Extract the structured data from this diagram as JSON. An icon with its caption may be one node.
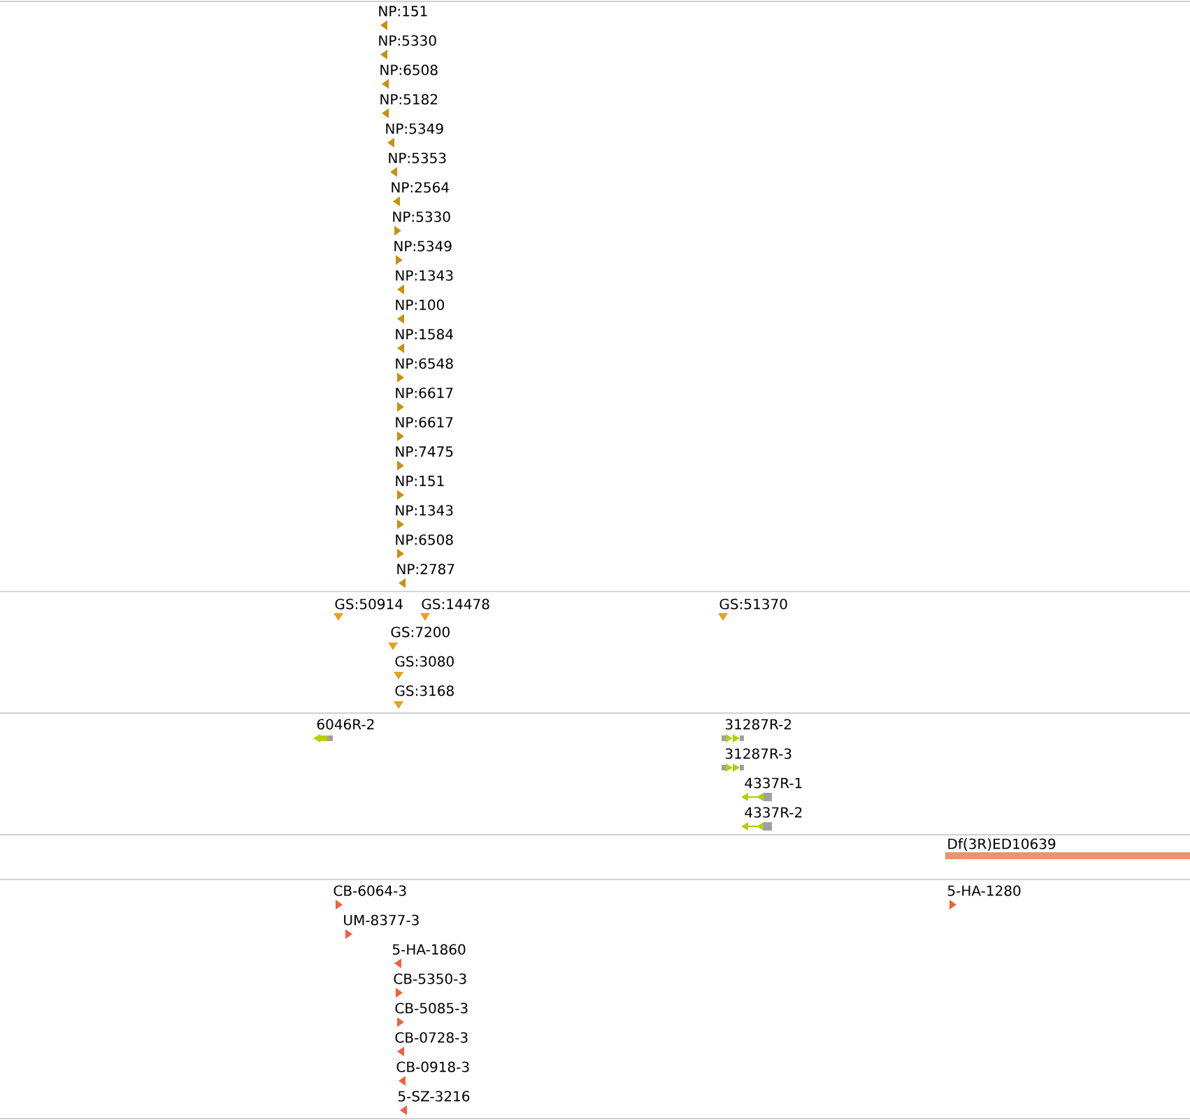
{
  "diagram": {
    "labels": [
      "NP:151",
      "NP:5330",
      "NP:6508",
      "NP:5182",
      "NP:5349",
      "NP:5353",
      "NP:2564",
      "NP:5330",
      "NP:5349",
      "NP:1343",
      "NP:100",
      "NP:1584",
      "NP:6548",
      "NP:6617",
      "NP:6617",
      "NP:7475",
      "NP:151",
      "NP:1343",
      "NP:6508",
      "NP:2787",
      "GS:50914",
      "GS:14478",
      "GS:51370",
      "GS:7200",
      "GS:3080",
      "GS:3168",
      "6046R-2",
      "31287R-2",
      "31287R-3",
      "4337R-1",
      "4337R-2",
      "Df(3R)ED10639",
      "CB-6064-3",
      "5-HA-1280",
      "UM-8377-3",
      "5-HA-1860",
      "CB-5350-3",
      "CB-5085-3",
      "CB-0728-3",
      "CB-0918-3",
      "5-SZ-3216"
    ]
  }
}
